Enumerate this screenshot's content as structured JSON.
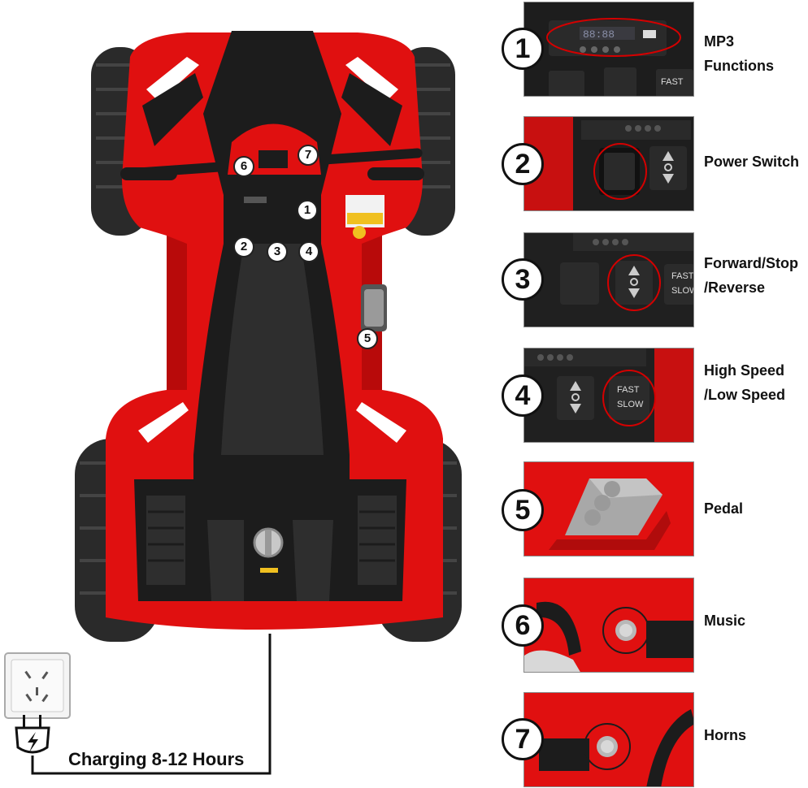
{
  "features": [
    {
      "number": "1",
      "label_line1": "MP3",
      "label_line2": "Functions"
    },
    {
      "number": "2",
      "label_line1": "Power Switch",
      "label_line2": ""
    },
    {
      "number": "3",
      "label_line1": "Forward/Stop",
      "label_line2": "/Reverse"
    },
    {
      "number": "4",
      "label_line1": "High Speed",
      "label_line2": "/Low Speed"
    },
    {
      "number": "5",
      "label_line1": "Pedal",
      "label_line2": ""
    },
    {
      "number": "6",
      "label_line1": "Music",
      "label_line2": ""
    },
    {
      "number": "7",
      "label_line1": "Horns",
      "label_line2": ""
    }
  ],
  "charging_text": "Charging 8-12 Hours",
  "switch_labels": {
    "fast": "FAST",
    "slow": "SLOW"
  },
  "colors": {
    "body_red": "#e01010",
    "seat_black": "#1c1c1c",
    "callout_red": "#d40000"
  }
}
